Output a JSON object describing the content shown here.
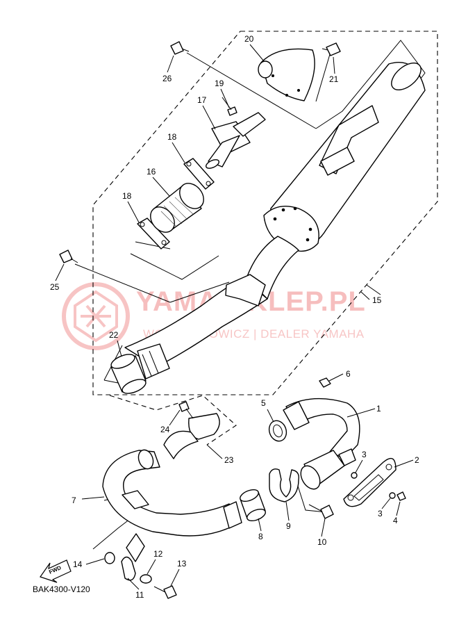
{
  "diagram_code": "BAK4300-V120",
  "fwd_label": "FWD",
  "watermark": {
    "title": "YAMA-SKLEP.PL",
    "subtitle": "WOJCIECHOWICZ | DEALER YAMAHA"
  },
  "callouts": [
    "1",
    "2",
    "3",
    "3",
    "4",
    "5",
    "6",
    "7",
    "8",
    "9",
    "10",
    "11",
    "12",
    "13",
    "14",
    "15",
    "16",
    "17",
    "18",
    "18",
    "19",
    "20",
    "21",
    "22",
    "23",
    "24",
    "25",
    "26"
  ]
}
